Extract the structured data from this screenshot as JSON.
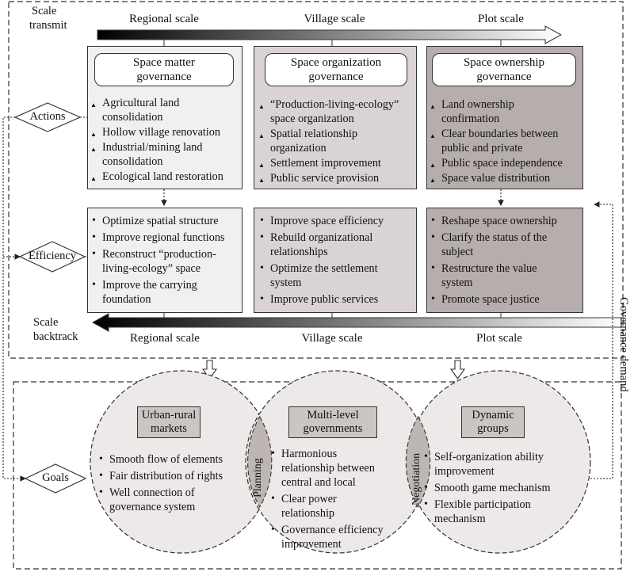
{
  "scale_transmit": {
    "label_line1": "Scale",
    "label_line2": "transmit",
    "scales": [
      "Regional scale",
      "Village scale",
      "Plot scale"
    ]
  },
  "scale_backtrack": {
    "label_line1": "Scale",
    "label_line2": "backtrack",
    "scales": [
      "Regional scale",
      "Village scale",
      "Plot scale"
    ]
  },
  "rows": {
    "actions": "Actions",
    "efficiency": "Efficiency",
    "goals": "Goals"
  },
  "columns": [
    {
      "header_line1": "Space matter",
      "header_line2": "governance",
      "actions": [
        [
          "Agricultural land",
          "consolidation"
        ],
        [
          "Hollow village renovation"
        ],
        [
          "Industrial/mining land",
          "consolidation"
        ],
        [
          "Ecological land restoration"
        ]
      ],
      "efficiency": [
        [
          "Optimize spatial structure"
        ],
        [
          "Improve regional functions"
        ],
        [
          "Reconstruct “production-",
          "living-ecology” space"
        ],
        [
          "Improve the carrying",
          "foundation"
        ]
      ]
    },
    {
      "header_line1": "Space organization",
      "header_line2": "governance",
      "actions": [
        [
          "“Production-living-ecology”",
          "space organization"
        ],
        [
          "Spatial relationship",
          "organization"
        ],
        [
          "Settlement improvement"
        ],
        [
          "Public service provision"
        ]
      ],
      "efficiency": [
        [
          "Improve space efficiency"
        ],
        [
          "Rebuild organizational",
          "relationships"
        ],
        [
          "Optimize the settlement",
          "system"
        ],
        [
          "Improve public services"
        ]
      ]
    },
    {
      "header_line1": "Space ownership",
      "header_line2": "governance",
      "actions": [
        [
          "Land ownership",
          "confirmation"
        ],
        [
          "Clear boundaries between",
          "public and private"
        ],
        [
          "Public space independence"
        ],
        [
          "Space value distribution"
        ]
      ],
      "efficiency": [
        [
          "Reshape space ownership"
        ],
        [
          "Clarify the status of the",
          "subject"
        ],
        [
          "Restructure the value",
          "system"
        ],
        [
          "Promote space justice"
        ]
      ]
    }
  ],
  "governance_demand": "Governance demand",
  "goals": {
    "circles": [
      {
        "title_line1": "Urban-rural",
        "title_line2": "markets",
        "items": [
          [
            "Smooth flow of elements"
          ],
          [
            "Fair distribution of rights"
          ],
          [
            "Well connection of",
            "governance system"
          ]
        ]
      },
      {
        "title_line1": "Multi-level",
        "title_line2": "governments",
        "items": [
          [
            "Harmonious",
            "relationship between",
            "central and local"
          ],
          [
            "Clear power",
            "relationship"
          ],
          [
            "Governance efficiency",
            "improvement"
          ]
        ]
      },
      {
        "title_line1": "Dynamic",
        "title_line2": "groups",
        "items": [
          [
            "Self-organization ability",
            "improvement"
          ],
          [
            "Smooth game mechanism"
          ],
          [
            "Flexible participation",
            "mechanism"
          ]
        ]
      }
    ],
    "overlaps": [
      "Planning",
      "Negotiation"
    ]
  },
  "colors": {
    "col1_fill": "#f2efef",
    "col2_fill": "#d9d4d3",
    "col3_fill": "#b5aeac",
    "circle_fill": "#ede9e8",
    "overlap_fill": "#bdb6b4",
    "tag_fill": "#cbc5c3"
  }
}
